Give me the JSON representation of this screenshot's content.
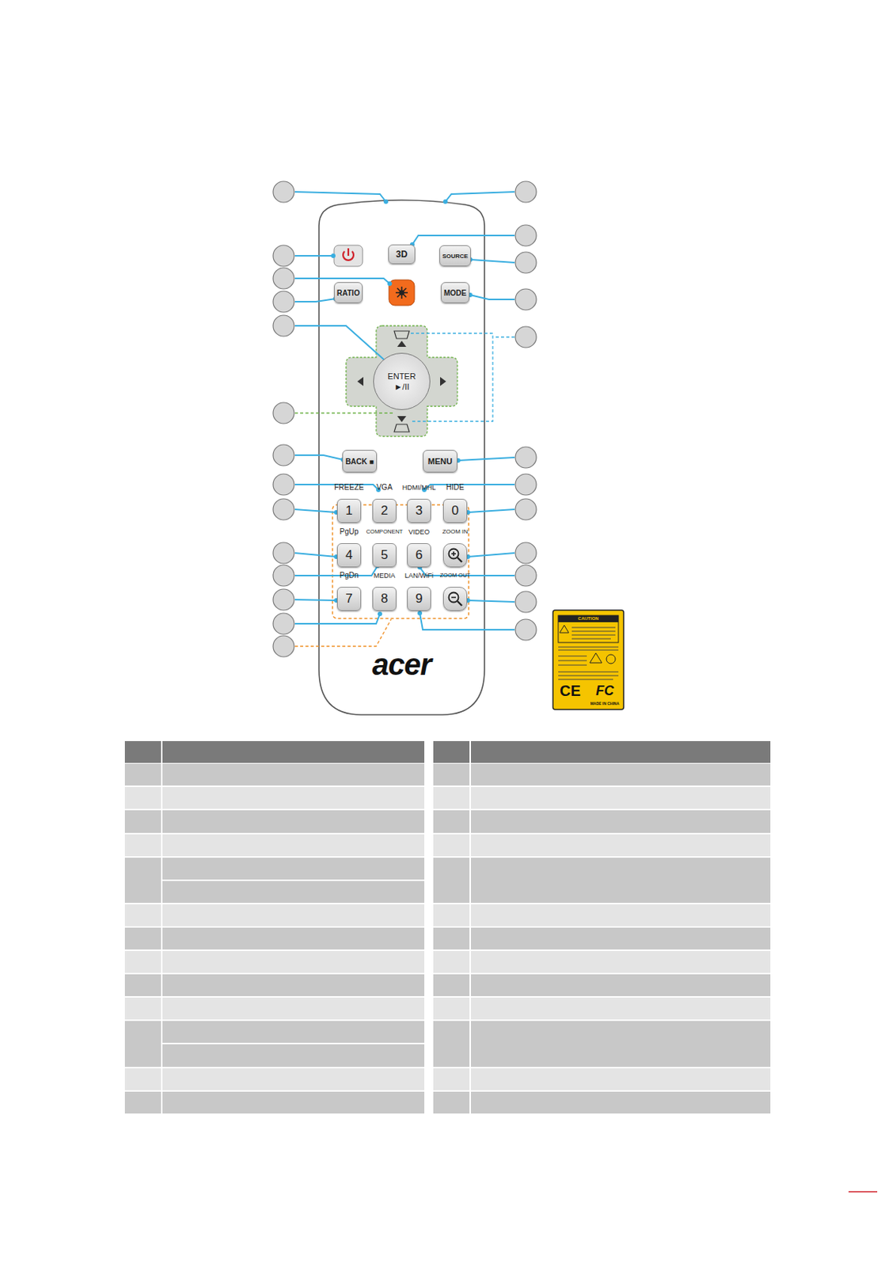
{
  "diagram": {
    "nodes": [
      {
        "text": [
          "3D"
        ]
      },
      {
        "text": [
          "SOURCE"
        ]
      },
      {
        "text": [
          "RATIO"
        ]
      },
      {
        "text": [
          "MODE"
        ]
      },
      {
        "text": [
          "ENTER",
          "►/II"
        ]
      },
      {
        "text": [
          "BACK ■"
        ]
      },
      {
        "text": [
          "MENU"
        ]
      },
      {
        "text": [
          "FREEZE",
          "1"
        ]
      },
      {
        "text": [
          "VGA",
          "2"
        ]
      },
      {
        "text": [
          "HDMI/MHL",
          "3"
        ]
      },
      {
        "text": [
          "HIDE",
          "0"
        ]
      },
      {
        "text": [
          "PgUp",
          "4"
        ]
      },
      {
        "text": [
          "COMPONENT",
          "5"
        ]
      },
      {
        "text": [
          "VIDEO",
          "6"
        ]
      },
      {
        "text": [
          "ZOOM IN"
        ]
      },
      {
        "text": [
          "PgDn",
          "7"
        ]
      },
      {
        "text": [
          "MEDIA",
          "8"
        ]
      },
      {
        "text": [
          "LAN/WiFi",
          "9"
        ]
      },
      {
        "text": [
          "ZOOM OUT"
        ]
      },
      {
        "text": [
          "CAUTION",
          "MADE IN CHINA"
        ]
      }
    ],
    "labels": [
      "acer",
      "CE",
      "FC"
    ]
  }
}
